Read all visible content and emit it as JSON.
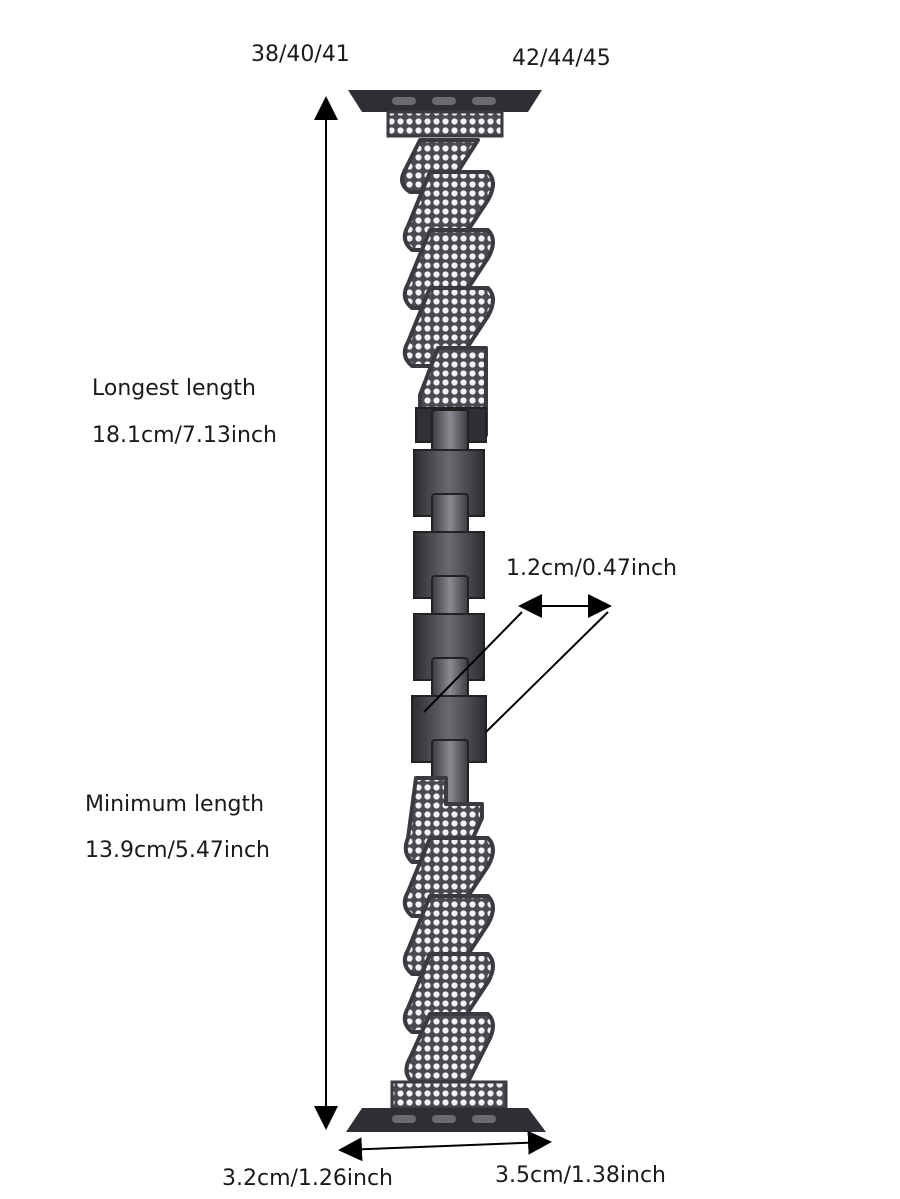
{
  "sizes": {
    "small": "38/40/41",
    "large": "42/44/45"
  },
  "longest": {
    "title": "Longest length",
    "value": "18.1cm/7.13inch"
  },
  "minimum": {
    "title": "Minimum length",
    "value": "13.9cm/5.47inch"
  },
  "band_width": "1.2cm/0.47inch",
  "connector": {
    "small": "3.2cm/1.26inch",
    "large": "3.5cm/1.38inch"
  },
  "colors": {
    "metal": "#3c3c42",
    "metal_light": "#8e8e96",
    "rhinestone": "#f2f2f5",
    "line": "#000000"
  }
}
